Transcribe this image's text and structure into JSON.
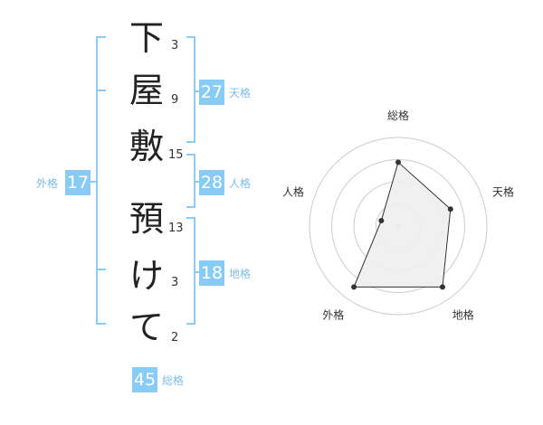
{
  "name_chars": [
    {
      "char": "下",
      "strokes": "3"
    },
    {
      "char": "屋",
      "strokes": "9"
    },
    {
      "char": "敷",
      "strokes": "15"
    },
    {
      "char": "預",
      "strokes": "13"
    },
    {
      "char": "け",
      "strokes": "3"
    },
    {
      "char": "て",
      "strokes": "2"
    }
  ],
  "fortune": {
    "tenkaku": {
      "label": "天格",
      "value": "27"
    },
    "jinkaku": {
      "label": "人格",
      "value": "28"
    },
    "chikaku": {
      "label": "地格",
      "value": "18"
    },
    "gaikaku": {
      "label": "外格",
      "value": "17"
    },
    "soukaku": {
      "label": "総格",
      "value": "45"
    }
  },
  "chart_data": {
    "type": "radar",
    "axes": [
      "総格",
      "天格",
      "地格",
      "外格",
      "人格"
    ],
    "values": [
      0.72,
      0.62,
      0.85,
      0.85,
      0.2
    ],
    "range": [
      0,
      1
    ],
    "rings": 4,
    "colors": {
      "fill": "#eeeeee",
      "line": "#333333",
      "grid": "#cccccc",
      "point": "#333333",
      "center": "#cccccc"
    }
  },
  "colors": {
    "accent": "#88ccf5",
    "accent_text": "#7fbde6"
  }
}
